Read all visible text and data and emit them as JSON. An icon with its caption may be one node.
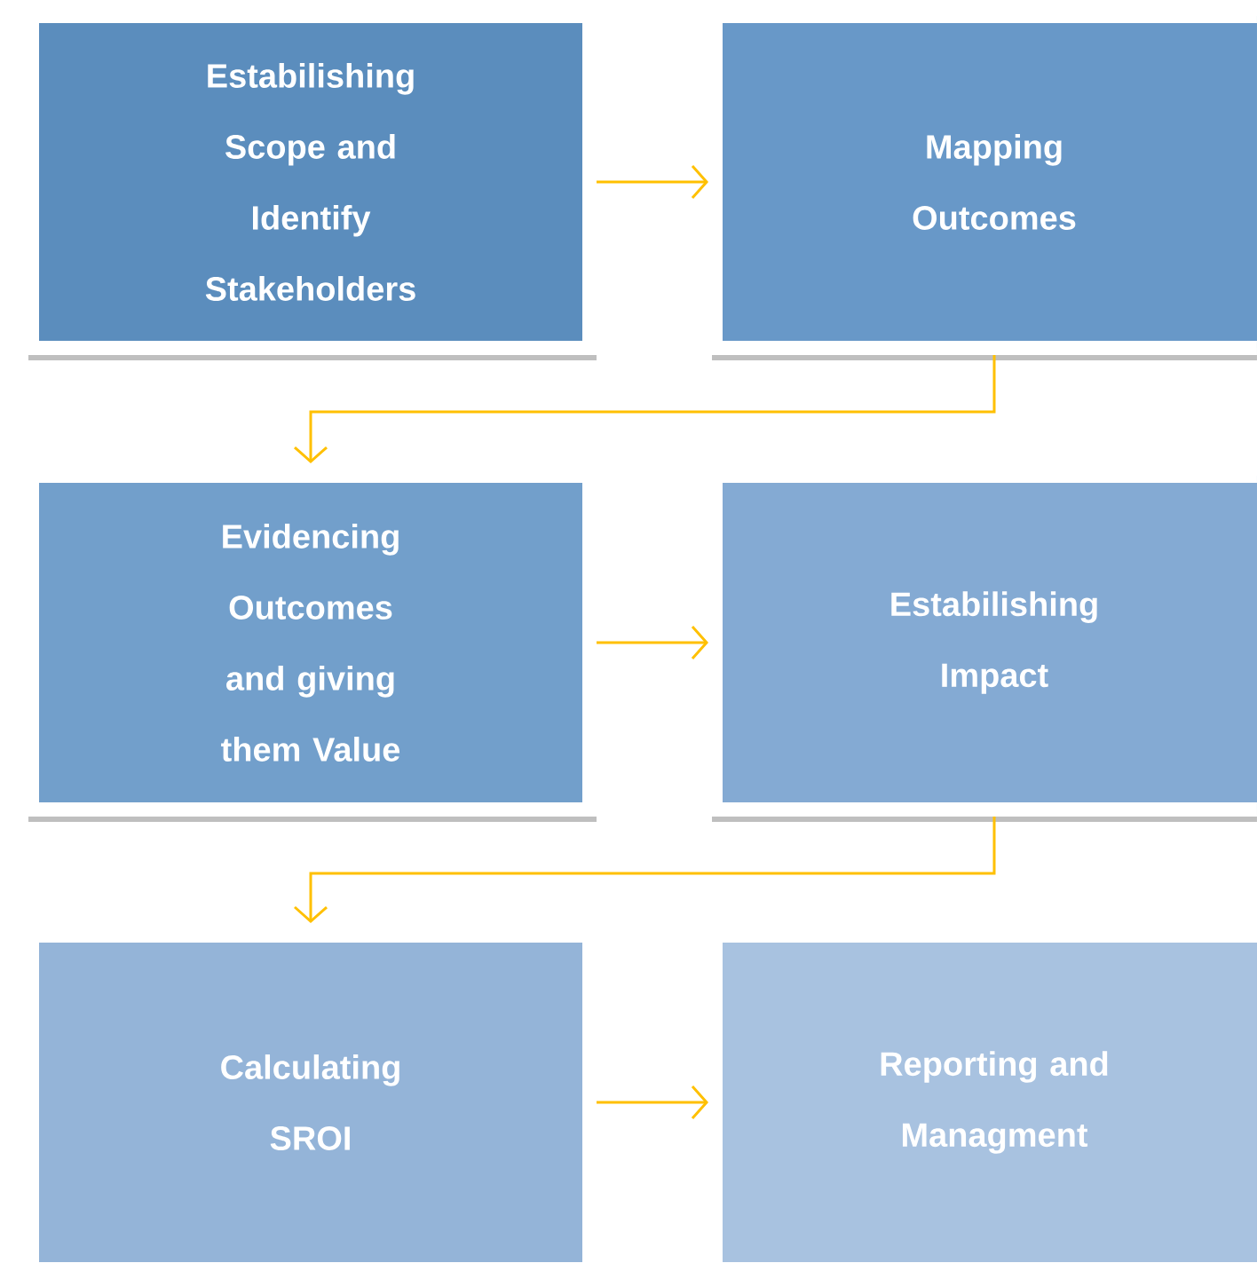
{
  "diagram": {
    "nodes": [
      {
        "text": [
          "Estabilishing Scope and Identify Stakeholders"
        ]
      },
      {
        "text": [
          "Mapping Outcomes"
        ]
      },
      {
        "text": [
          "Evidencing Outcomes and giving them Value"
        ]
      },
      {
        "text": [
          "Estabilishing Impact"
        ]
      },
      {
        "text": [
          "Calculating SROI"
        ]
      },
      {
        "text": [
          "Reporting and Managment"
        ]
      }
    ],
    "edges": [
      {
        "from": 0,
        "to": 1,
        "arrow": "to"
      },
      {
        "from": 1,
        "to": 2,
        "arrow": "to"
      },
      {
        "from": 2,
        "to": 3,
        "arrow": "to"
      },
      {
        "from": 3,
        "to": 4,
        "arrow": "to"
      },
      {
        "from": 4,
        "to": 5,
        "arrow": "to"
      }
    ]
  }
}
